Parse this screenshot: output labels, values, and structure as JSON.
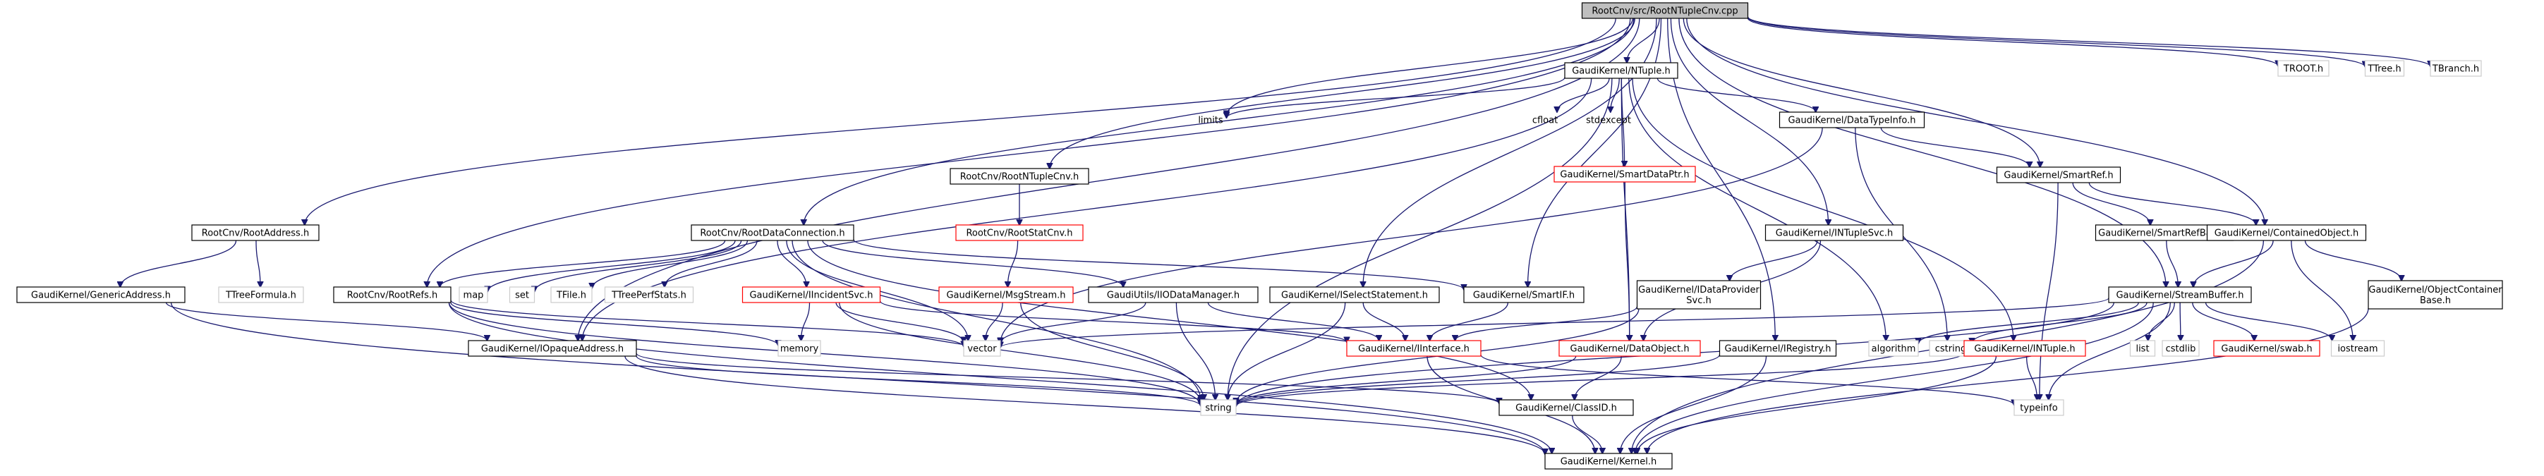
{
  "diagram": {
    "nodes": [
      {
        "id": "root",
        "label": [
          "RootCnv/src/RootNTupleCnv.cpp"
        ],
        "style": "root"
      },
      {
        "id": "ntupleh",
        "label": [
          "GaudiKernel/NTuple.h"
        ],
        "style": "plain"
      },
      {
        "id": "troot",
        "label": [
          "TROOT.h"
        ],
        "style": "ext"
      },
      {
        "id": "ttree",
        "label": [
          "TTree.h"
        ],
        "style": "ext"
      },
      {
        "id": "tbranch",
        "label": [
          "TBranch.h"
        ],
        "style": "ext"
      },
      {
        "id": "limits",
        "label": [
          "limits"
        ],
        "style": "bare"
      },
      {
        "id": "cfloat",
        "label": [
          "cfloat"
        ],
        "style": "bare"
      },
      {
        "id": "stdexcept",
        "label": [
          "stdexcept"
        ],
        "style": "bare"
      },
      {
        "id": "datatypeinfo",
        "label": [
          "GaudiKernel/DataTypeInfo.h"
        ],
        "style": "plain"
      },
      {
        "id": "smartdataptr",
        "label": [
          "GaudiKernel/SmartDataPtr.h"
        ],
        "style": "red"
      },
      {
        "id": "rootntuplecnvh",
        "label": [
          "RootCnv/RootNTupleCnv.h"
        ],
        "style": "plain"
      },
      {
        "id": "rootstatcnv",
        "label": [
          "RootCnv/RootStatCnv.h"
        ],
        "style": "red"
      },
      {
        "id": "smartref",
        "label": [
          "GaudiKernel/SmartRef.h"
        ],
        "style": "plain"
      },
      {
        "id": "smartrefbase",
        "label": [
          "GaudiKernel/SmartRefBase.h"
        ],
        "style": "plain"
      },
      {
        "id": "containedobject",
        "label": [
          "GaudiKernel/ContainedObject.h"
        ],
        "style": "plain"
      },
      {
        "id": "rootaddress",
        "label": [
          "RootCnv/RootAddress.h"
        ],
        "style": "plain"
      },
      {
        "id": "tformula",
        "label": [
          "TTreeFormula.h"
        ],
        "style": "ext"
      },
      {
        "id": "genericaddress",
        "label": [
          "GaudiKernel/GenericAddress.h"
        ],
        "style": "plain"
      },
      {
        "id": "rootdataconn",
        "label": [
          "RootCnv/RootDataConnection.h"
        ],
        "style": "plain"
      },
      {
        "id": "rootrefs",
        "label": [
          "RootCnv/RootRefs.h"
        ],
        "style": "plain"
      },
      {
        "id": "map",
        "label": [
          "map"
        ],
        "style": "ext"
      },
      {
        "id": "set",
        "label": [
          "set"
        ],
        "style": "ext"
      },
      {
        "id": "tfile",
        "label": [
          "TFile.h"
        ],
        "style": "ext"
      },
      {
        "id": "tperf",
        "label": [
          "TTreePerfStats.h"
        ],
        "style": "ext"
      },
      {
        "id": "iincident",
        "label": [
          "GaudiKernel/IIncidentSvc.h"
        ],
        "style": "red"
      },
      {
        "id": "msgstream",
        "label": [
          "GaudiKernel/MsgStream.h"
        ],
        "style": "red"
      },
      {
        "id": "iodatamgr",
        "label": [
          "GaudiUtils/IIODataManager.h"
        ],
        "style": "plain"
      },
      {
        "id": "iselect",
        "label": [
          "GaudiKernel/ISelectStatement.h"
        ],
        "style": "plain"
      },
      {
        "id": "smartif",
        "label": [
          "GaudiKernel/SmartIF.h"
        ],
        "style": "plain"
      },
      {
        "id": "intuplesvc",
        "label": [
          "GaudiKernel/INTupleSvc.h"
        ],
        "style": "plain"
      },
      {
        "id": "idataprovider",
        "label": [
          "GaudiKernel/IDataProvider",
          "Svc.h"
        ],
        "style": "plain"
      },
      {
        "id": "streambuffer",
        "label": [
          "GaudiKernel/StreamBuffer.h"
        ],
        "style": "plain"
      },
      {
        "id": "objcontainerbase",
        "label": [
          "GaudiKernel/ObjectContainer",
          "Base.h"
        ],
        "style": "plain"
      },
      {
        "id": "memory",
        "label": [
          "memory"
        ],
        "style": "ext"
      },
      {
        "id": "vector",
        "label": [
          "vector"
        ],
        "style": "ext"
      },
      {
        "id": "iopaque",
        "label": [
          "GaudiKernel/IOpaqueAddress.h"
        ],
        "style": "plain"
      },
      {
        "id": "iinterface",
        "label": [
          "GaudiKernel/IInterface.h"
        ],
        "style": "red"
      },
      {
        "id": "dataobject",
        "label": [
          "GaudiKernel/DataObject.h"
        ],
        "style": "red"
      },
      {
        "id": "iregistry",
        "label": [
          "GaudiKernel/IRegistry.h"
        ],
        "style": "plain"
      },
      {
        "id": "algorithm",
        "label": [
          "algorithm"
        ],
        "style": "ext"
      },
      {
        "id": "cstring",
        "label": [
          "cstring"
        ],
        "style": "ext"
      },
      {
        "id": "intupleh",
        "label": [
          "GaudiKernel/INTuple.h"
        ],
        "style": "red"
      },
      {
        "id": "list",
        "label": [
          "list"
        ],
        "style": "ext"
      },
      {
        "id": "cstdlib",
        "label": [
          "cstdlib"
        ],
        "style": "ext"
      },
      {
        "id": "swab",
        "label": [
          "GaudiKernel/swab.h"
        ],
        "style": "red"
      },
      {
        "id": "iostream",
        "label": [
          "iostream"
        ],
        "style": "ext"
      },
      {
        "id": "string",
        "label": [
          "string"
        ],
        "style": "ext"
      },
      {
        "id": "classid",
        "label": [
          "GaudiKernel/ClassID.h"
        ],
        "style": "plain"
      },
      {
        "id": "typeinfo",
        "label": [
          "typeinfo"
        ],
        "style": "ext"
      },
      {
        "id": "kernel",
        "label": [
          "GaudiKernel/Kernel.h"
        ],
        "style": "plain"
      }
    ],
    "edges": [
      [
        "root",
        "ntupleh"
      ],
      [
        "root",
        "troot"
      ],
      [
        "root",
        "ttree"
      ],
      [
        "root",
        "tbranch"
      ],
      [
        "root",
        "limits"
      ],
      [
        "root",
        "rootntuplecnvh"
      ],
      [
        "root",
        "rootaddress"
      ],
      [
        "root",
        "rootdataconn"
      ],
      [
        "root",
        "rootrefs"
      ],
      [
        "root",
        "iselect"
      ],
      [
        "root",
        "smartif"
      ],
      [
        "root",
        "intuplesvc"
      ],
      [
        "root",
        "smartref"
      ],
      [
        "root",
        "containedobject"
      ],
      [
        "root",
        "streambuffer"
      ],
      [
        "root",
        "iregistry"
      ],
      [
        "root",
        "iopaque"
      ],
      [
        "ntupleh",
        "limits"
      ],
      [
        "ntupleh",
        "cfloat"
      ],
      [
        "ntupleh",
        "stdexcept"
      ],
      [
        "ntupleh",
        "datatypeinfo"
      ],
      [
        "ntupleh",
        "smartdataptr"
      ],
      [
        "ntupleh",
        "intupleh"
      ],
      [
        "ntupleh",
        "string"
      ],
      [
        "ntupleh",
        "iopaque"
      ],
      [
        "ntupleh",
        "algorithm"
      ],
      [
        "ntupleh",
        "dataobject"
      ],
      [
        "datatypeinfo",
        "smartref"
      ],
      [
        "datatypeinfo",
        "cstring"
      ],
      [
        "datatypeinfo",
        "vector"
      ],
      [
        "smartdataptr",
        "dataobject"
      ],
      [
        "rootntuplecnvh",
        "rootstatcnv"
      ],
      [
        "rootstatcnv",
        "msgstream"
      ],
      [
        "smartref",
        "smartrefbase"
      ],
      [
        "smartref",
        "containedobject"
      ],
      [
        "smartref",
        "typeinfo"
      ],
      [
        "smartrefbase",
        "streambuffer"
      ],
      [
        "containedobject",
        "streambuffer"
      ],
      [
        "containedobject",
        "objcontainerbase"
      ],
      [
        "containedobject",
        "iostream"
      ],
      [
        "containedobject",
        "kernel"
      ],
      [
        "rootaddress",
        "genericaddress"
      ],
      [
        "rootaddress",
        "tformula"
      ],
      [
        "genericaddress",
        "iopaque"
      ],
      [
        "genericaddress",
        "kernel"
      ],
      [
        "rootdataconn",
        "rootrefs"
      ],
      [
        "rootdataconn",
        "map"
      ],
      [
        "rootdataconn",
        "set"
      ],
      [
        "rootdataconn",
        "tfile"
      ],
      [
        "rootdataconn",
        "tperf"
      ],
      [
        "rootdataconn",
        "iincident"
      ],
      [
        "rootdataconn",
        "iodatamgr"
      ],
      [
        "rootdataconn",
        "smartif"
      ],
      [
        "rootdataconn",
        "vector"
      ],
      [
        "rootdataconn",
        "string"
      ],
      [
        "rootdataconn",
        "classid"
      ],
      [
        "rootrefs",
        "memory"
      ],
      [
        "rootrefs",
        "string"
      ],
      [
        "rootrefs",
        "vector"
      ],
      [
        "rootrefs",
        "kernel"
      ],
      [
        "iincident",
        "vector"
      ],
      [
        "iincident",
        "memory"
      ],
      [
        "iincident",
        "iinterface"
      ],
      [
        "iincident",
        "string"
      ],
      [
        "msgstream",
        "string"
      ],
      [
        "msgstream",
        "vector"
      ],
      [
        "iodatamgr",
        "iinterface"
      ],
      [
        "iodatamgr",
        "string"
      ],
      [
        "iodatamgr",
        "vector"
      ],
      [
        "iselect",
        "iinterface"
      ],
      [
        "iselect",
        "string"
      ],
      [
        "smartif",
        "iinterface"
      ],
      [
        "intuplesvc",
        "idataprovider"
      ],
      [
        "intuplesvc",
        "dataobject"
      ],
      [
        "idataprovider",
        "iinterface"
      ],
      [
        "idataprovider",
        "string"
      ],
      [
        "streambuffer",
        "list"
      ],
      [
        "streambuffer",
        "vector"
      ],
      [
        "streambuffer",
        "string"
      ],
      [
        "streambuffer",
        "algorithm"
      ],
      [
        "streambuffer",
        "cstring"
      ],
      [
        "streambuffer",
        "cstdlib"
      ],
      [
        "streambuffer",
        "swab"
      ],
      [
        "streambuffer",
        "iostream"
      ],
      [
        "streambuffer",
        "typeinfo"
      ],
      [
        "streambuffer",
        "kernel"
      ],
      [
        "objcontainerbase",
        "kernel"
      ],
      [
        "iopaque",
        "string"
      ],
      [
        "iopaque",
        "kernel"
      ],
      [
        "iopaque",
        "classid"
      ],
      [
        "iinterface",
        "kernel"
      ],
      [
        "iinterface",
        "typeinfo"
      ],
      [
        "dataobject",
        "classid"
      ],
      [
        "dataobject",
        "string"
      ],
      [
        "iregistry",
        "string"
      ],
      [
        "iregistry",
        "kernel"
      ],
      [
        "intupleh",
        "string"
      ],
      [
        "intupleh",
        "typeinfo"
      ],
      [
        "intupleh",
        "kernel"
      ],
      [
        "classid",
        "kernel"
      ]
    ]
  }
}
